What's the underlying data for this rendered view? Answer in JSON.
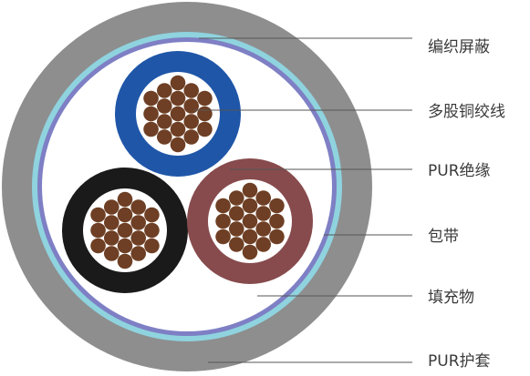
{
  "labels": [
    "编织屏蔽",
    "多股铜绞线",
    "PUR绝缘",
    "包带",
    "填充物",
    "PUR护套"
  ],
  "colors": {
    "outer_sheath": "#8e8e8e",
    "sheath_edge": "#7a7a7a",
    "braid_shield": "#8fd3df",
    "tape": "#7e7fc4",
    "filler": "#ffffff",
    "core_blue": "#1f56a8",
    "core_black": "#1a1a1a",
    "core_red": "#874b4d",
    "copper_strand": "#6e3f24",
    "strand_bg": "#ffffff",
    "leader_line": "#555555",
    "label_text": "#3a3a3a"
  }
}
